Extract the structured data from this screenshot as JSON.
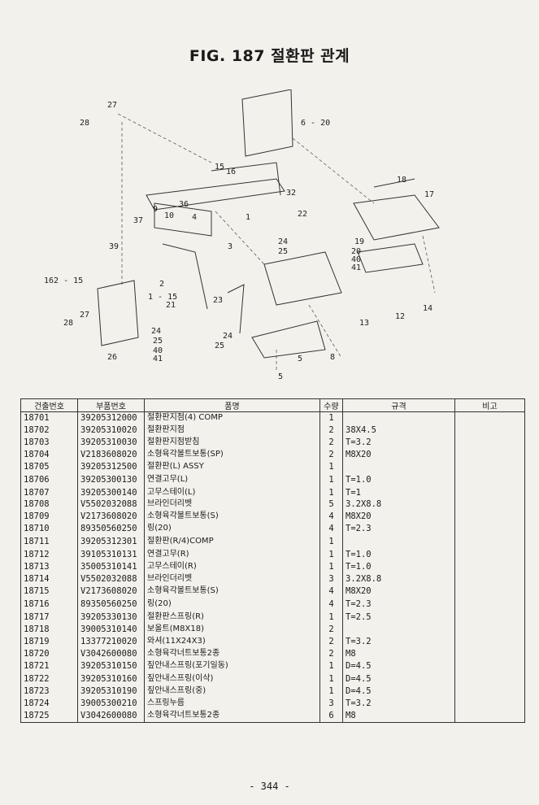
{
  "title": "FIG. 187 절환판 관계",
  "diagram_labels": [
    "27",
    "28",
    "6 - 20",
    "15",
    "16",
    "32",
    "18",
    "17",
    "9",
    "10",
    "36",
    "4",
    "1",
    "37",
    "22",
    "3",
    "39",
    "24",
    "25",
    "19",
    "20",
    "40",
    "41",
    "162 - 15",
    "2",
    "1 - 15",
    "21",
    "23",
    "14",
    "27",
    "28",
    "24",
    "25",
    "40",
    "41",
    "24",
    "25",
    "26",
    "12",
    "13",
    "5",
    "8",
    "5"
  ],
  "table": {
    "headers": [
      "건출번호",
      "부품번호",
      "품명",
      "수량",
      "규격",
      "비고"
    ],
    "rows": [
      {
        "no": "18701",
        "part": "39205312000",
        "name": "절환판지점(4) COMP",
        "qty": "1",
        "spec": ""
      },
      {
        "no": "18702",
        "part": "39205310020",
        "name": "절환판지점",
        "qty": "2",
        "spec": "38X4.5"
      },
      {
        "no": "18703",
        "part": "39205310030",
        "name": "절환판지점받침",
        "qty": "2",
        "spec": "T=3.2"
      },
      {
        "no": "18704",
        "part": "V2183608020",
        "name": "소형육각볼트보통(SP)",
        "qty": "2",
        "spec": "M8X20"
      },
      {
        "no": "18705",
        "part": "39205312500",
        "name": "절환판(L) ASSY",
        "qty": "1",
        "spec": ""
      },
      {
        "no": "18706",
        "part": "39205300130",
        "name": "연결고무(L)",
        "qty": "1",
        "spec": "T=1.0"
      },
      {
        "no": "18707",
        "part": "39205300140",
        "name": "고무스테이(L)",
        "qty": "1",
        "spec": "T=1"
      },
      {
        "no": "18708",
        "part": "V5502032088",
        "name": "브라인더리벳",
        "qty": "5",
        "spec": "3.2X8.8"
      },
      {
        "no": "18709",
        "part": "V2173608020",
        "name": "소형육각볼트보통(S)",
        "qty": "4",
        "spec": "M8X20"
      },
      {
        "no": "18710",
        "part": "89350560250",
        "name": "링(20)",
        "qty": "4",
        "spec": "T=2.3"
      },
      {
        "no": "18711",
        "part": "39205312301",
        "name": "절환판(R/4)COMP",
        "qty": "1",
        "spec": ""
      },
      {
        "no": "18712",
        "part": "39105310131",
        "name": "연결고무(R)",
        "qty": "1",
        "spec": "T=1.0"
      },
      {
        "no": "18713",
        "part": "35005310141",
        "name": "고무스테이(R)",
        "qty": "1",
        "spec": "T=1.0"
      },
      {
        "no": "18714",
        "part": "V5502032088",
        "name": "브라인더리벳",
        "qty": "3",
        "spec": "3.2X8.8"
      },
      {
        "no": "18715",
        "part": "V2173608020",
        "name": "소형육각볼트보통(S)",
        "qty": "4",
        "spec": "M8X20"
      },
      {
        "no": "18716",
        "part": "89350560250",
        "name": "링(20)",
        "qty": "4",
        "spec": "T=2.3"
      },
      {
        "no": "18717",
        "part": "39205330130",
        "name": "절환판스프링(R)",
        "qty": "1",
        "spec": "T=2.5"
      },
      {
        "no": "18718",
        "part": "39005310140",
        "name": "보올트(M8X18)",
        "qty": "2",
        "spec": ""
      },
      {
        "no": "18719",
        "part": "13377210020",
        "name": "와셔(11X24X3)",
        "qty": "2",
        "spec": "T=3.2"
      },
      {
        "no": "18720",
        "part": "V3042600080",
        "name": "소형육각너트보통2종",
        "qty": "2",
        "spec": "M8"
      },
      {
        "no": "18721",
        "part": "39205310150",
        "name": "짚안내스프링(포기일동)",
        "qty": "1",
        "spec": "D=4.5"
      },
      {
        "no": "18722",
        "part": "39205310160",
        "name": "짚안내스프링(이삭)",
        "qty": "1",
        "spec": "D=4.5"
      },
      {
        "no": "18723",
        "part": "39205310190",
        "name": "짚안내스프링(중)",
        "qty": "1",
        "spec": "D=4.5"
      },
      {
        "no": "18724",
        "part": "39005300210",
        "name": "스프링누름",
        "qty": "3",
        "spec": "T=3.2"
      },
      {
        "no": "18725",
        "part": "V3042600080",
        "name": "소형육각너트보통2종",
        "qty": "6",
        "spec": "M8"
      }
    ]
  },
  "page_number": "- 344 -"
}
